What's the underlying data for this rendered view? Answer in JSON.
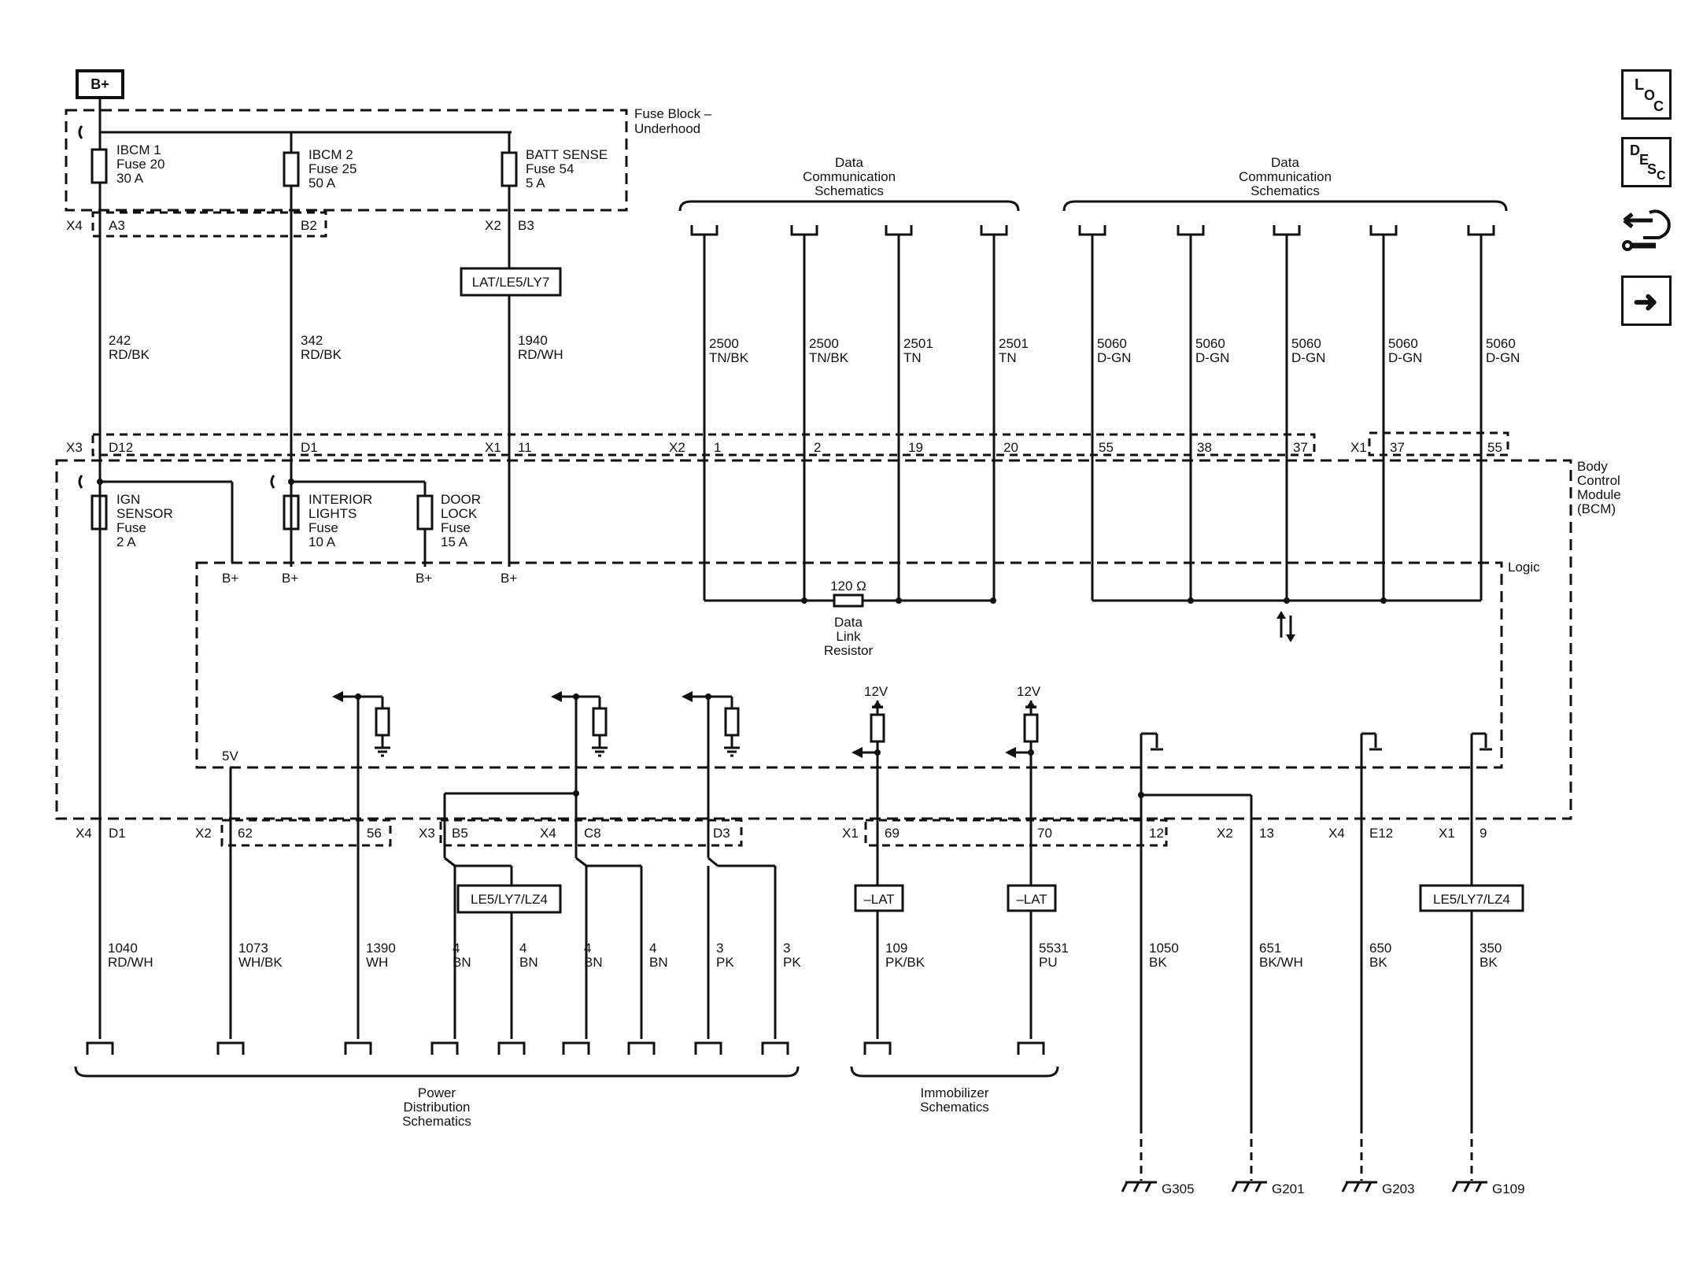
{
  "power_source": "B+",
  "fuse_block": {
    "title_line1": "Fuse Block –",
    "title_line2": "Underhood"
  },
  "fuses_top": [
    {
      "n1": "IBCM 1",
      "n2": "Fuse 20",
      "n3": "30 A",
      "conn": "X4",
      "pin": "A3",
      "circuit": "242",
      "color": "RD/BK",
      "bcm_conn": "X3",
      "bcm_pin": "D12"
    },
    {
      "n1": "IBCM 2",
      "n2": "Fuse 25",
      "n3": "50 A",
      "pin": "B2",
      "circuit": "342",
      "color": "RD/BK",
      "bcm_pin": "D1"
    },
    {
      "n1": "BATT SENSE",
      "n2": "Fuse 54",
      "n3": "5 A",
      "conn": "X2",
      "pin": "B3",
      "option": "LAT/LE5/LY7",
      "circuit": "1940",
      "color": "RD/WH",
      "bcm_conn": "X1",
      "bcm_pin": "11"
    }
  ],
  "bcm": {
    "l1": "Body",
    "l2": "Control",
    "l3": "Module",
    "l4": "(BCM)",
    "logic": "Logic"
  },
  "bcm_fuses": [
    {
      "n1": "IGN",
      "n2": "SENSOR",
      "n3": "Fuse",
      "n4": "2 A"
    },
    {
      "n1": "INTERIOR",
      "n2": "LIGHTS",
      "n3": "Fuse",
      "n4": "10 A"
    },
    {
      "n1": "DOOR",
      "n2": "LOCK",
      "n3": "Fuse",
      "n4": "15 A"
    }
  ],
  "bplus_label": "B+",
  "five_v": "5V",
  "twelve_v": "12V",
  "resistor": {
    "value": "120 Ω",
    "l1": "Data",
    "l2": "Link",
    "l3": "Resistor"
  },
  "data_comm": {
    "l1": "Data",
    "l2": "Communication",
    "l3": "Schematics"
  },
  "data_left": [
    {
      "circuit": "2500",
      "color": "TN/BK",
      "pin": "1"
    },
    {
      "circuit": "2500",
      "color": "TN/BK",
      "pin": "2"
    },
    {
      "circuit": "2501",
      "color": "TN",
      "pin": "19"
    },
    {
      "circuit": "2501",
      "color": "TN",
      "pin": "20"
    }
  ],
  "data_left_conn": "X2",
  "data_right": [
    {
      "circuit": "5060",
      "color": "D-GN",
      "pin": "55"
    },
    {
      "circuit": "5060",
      "color": "D-GN",
      "pin": "38"
    },
    {
      "circuit": "5060",
      "color": "D-GN",
      "pin": "37"
    },
    {
      "circuit": "5060",
      "color": "D-GN",
      "pin": "37"
    },
    {
      "circuit": "5060",
      "color": "D-GN",
      "pin": "55"
    }
  ],
  "data_right_conn": "X1",
  "bottom_pins": {
    "d1_conn": "X4",
    "d1": "D1",
    "x2a_conn": "X2",
    "p62": "62",
    "p56": "56",
    "x3_conn": "X3",
    "b5": "B5",
    "x4_conn": "X4",
    "c8": "C8",
    "d3": "D3",
    "x1a_conn": "X1",
    "p69": "69",
    "p70": "70",
    "p12": "12",
    "x2b_conn": "X2",
    "p13": "13",
    "x4b_conn": "X4",
    "e12": "E12",
    "x1b_conn": "X1",
    "p9": "9"
  },
  "options": {
    "le5": "LE5/LY7/LZ4",
    "lat_neg": "–LAT"
  },
  "bottom_wires": [
    {
      "circuit": "1040",
      "color": "RD/WH"
    },
    {
      "circuit": "1073",
      "color": "WH/BK"
    },
    {
      "circuit": "1390",
      "color": "WH"
    },
    {
      "circuit": "4",
      "color": "BN"
    },
    {
      "circuit": "4",
      "color": "BN"
    },
    {
      "circuit": "4",
      "color": "BN"
    },
    {
      "circuit": "4",
      "color": "BN"
    },
    {
      "circuit": "3",
      "color": "PK"
    },
    {
      "circuit": "3",
      "color": "PK"
    },
    {
      "circuit": "109",
      "color": "PK/BK"
    },
    {
      "circuit": "5531",
      "color": "PU"
    },
    {
      "circuit": "1050",
      "color": "BK"
    },
    {
      "circuit": "651",
      "color": "BK/WH"
    },
    {
      "circuit": "650",
      "color": "BK"
    },
    {
      "circuit": "350",
      "color": "BK"
    }
  ],
  "power_dist": {
    "l1": "Power",
    "l2": "Distribution",
    "l3": "Schematics"
  },
  "immobilizer": {
    "l1": "Immobilizer",
    "l2": "Schematics"
  },
  "grounds": [
    "G305",
    "G201",
    "G203",
    "G109"
  ],
  "nav": {
    "loc": {
      "a": "L",
      "b": "O",
      "c": "C"
    },
    "desc": {
      "a": "D",
      "b": "E",
      "c": "S",
      "d": "C"
    },
    "next_arrow": "➜"
  }
}
